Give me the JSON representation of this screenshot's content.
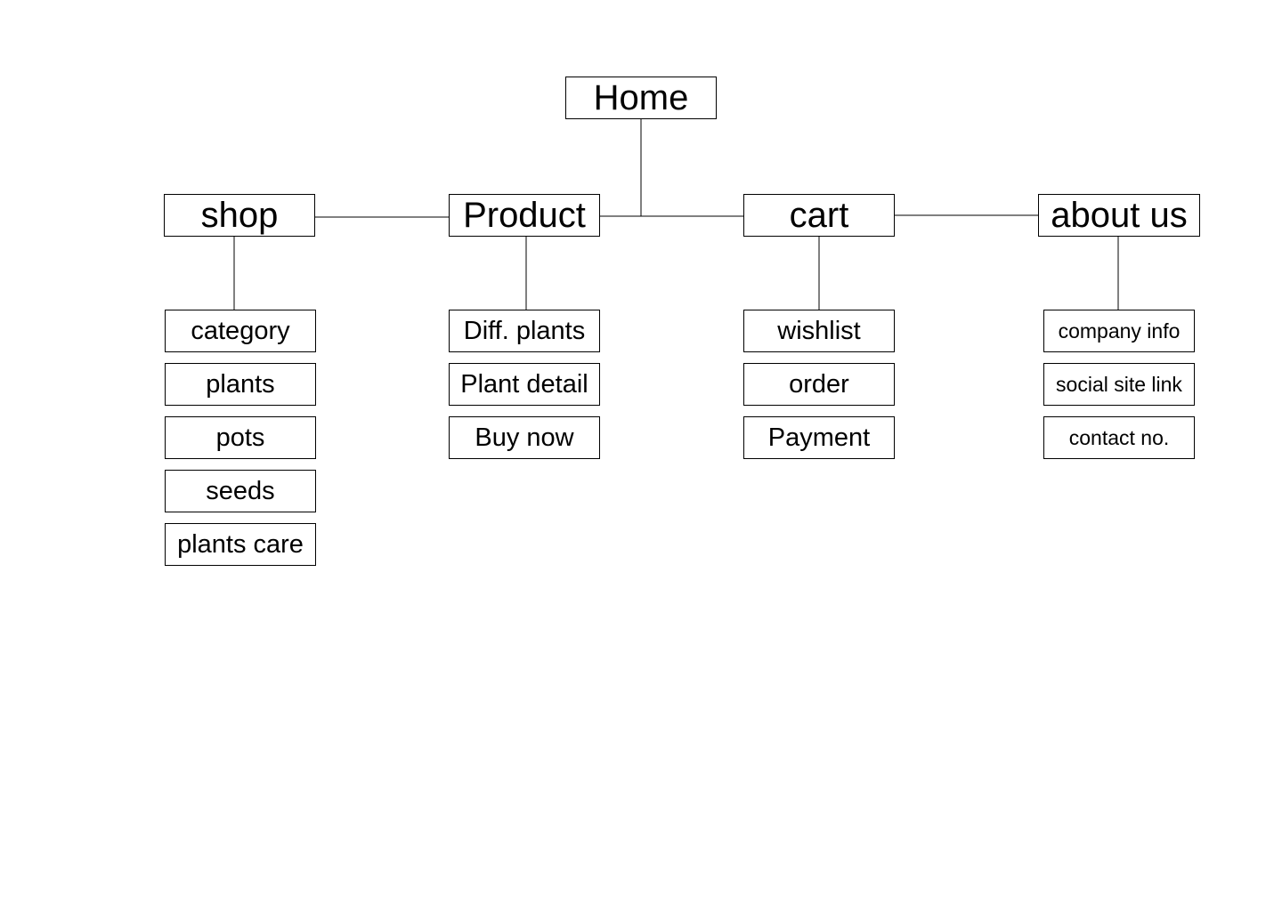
{
  "diagram": {
    "root": {
      "label": "Home"
    },
    "sections": [
      {
        "key": "shop",
        "label": "shop",
        "children": [
          "category",
          "plants",
          "pots",
          "seeds",
          "plants care"
        ]
      },
      {
        "key": "product",
        "label": "Product",
        "children": [
          "Diff. plants",
          "Plant detail",
          "Buy now"
        ]
      },
      {
        "key": "cart",
        "label": "cart",
        "children": [
          "wishlist",
          "order",
          "Payment"
        ]
      },
      {
        "key": "about",
        "label": "about us",
        "children": [
          "company info",
          "social site link",
          "contact no."
        ]
      }
    ]
  },
  "colors": {
    "background": "#ffffff",
    "stroke": "#000000",
    "text": "#000000"
  }
}
